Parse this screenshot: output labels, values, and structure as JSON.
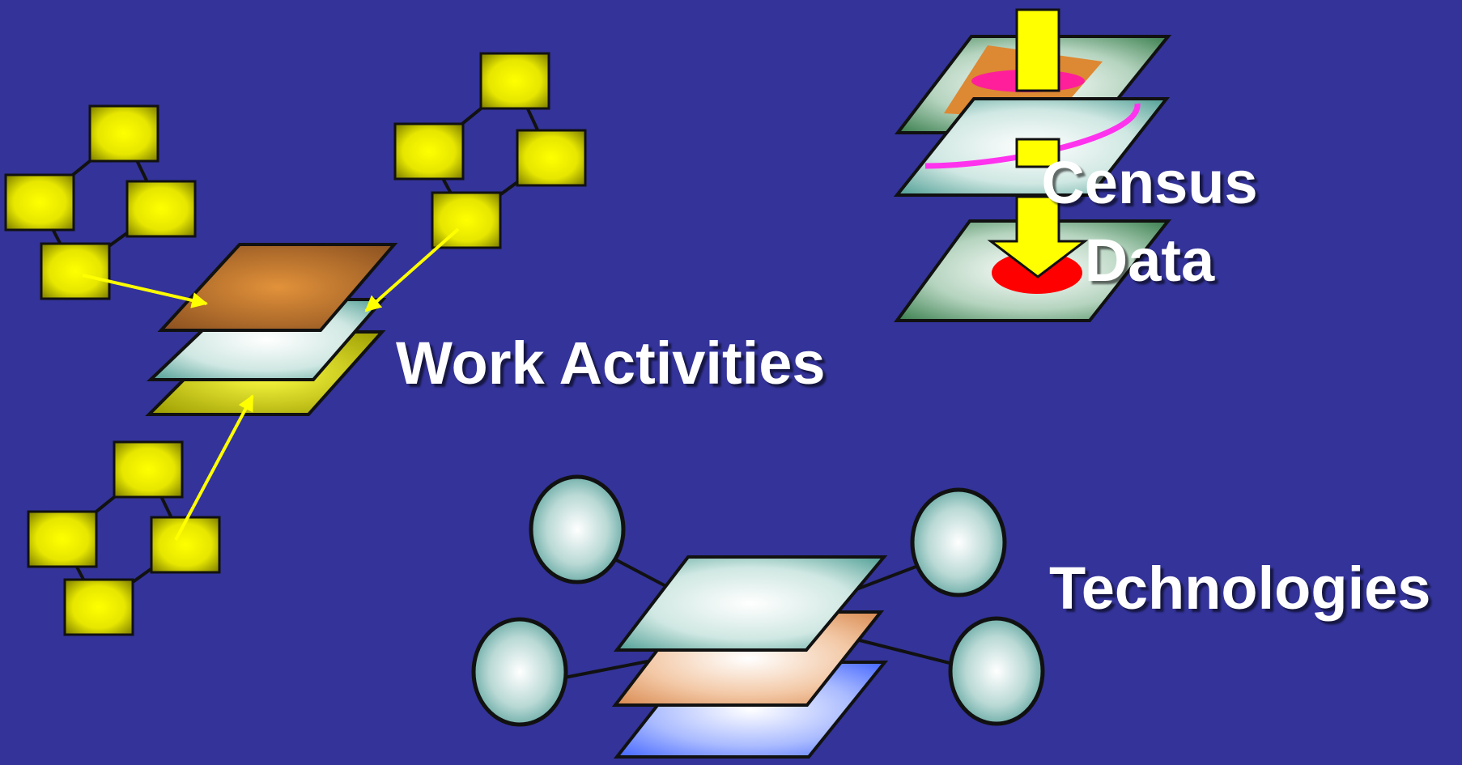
{
  "labels": {
    "work_activities": "Work Activities",
    "census_line1": "Census",
    "census_line2": "Data",
    "technologies": "Technologies"
  },
  "colors": {
    "background": "#333399",
    "node_square": "#ffff00",
    "node_square_dark": "#8a8a00",
    "arrow": "#ffff00",
    "layer_brown": "#c77a2a",
    "layer_teal": "#66b3a6",
    "layer_green": "#3e8e5a",
    "layer_yellow": "#d6d600",
    "layer_orange": "#e5a070",
    "layer_blue": "#5577ff",
    "census_patch": "#dd8833",
    "census_pink": "#ff1f9a",
    "census_red": "#ff0000",
    "census_magenta": "#ff33ee",
    "census_arrow": "#ffff00",
    "circle_node": "#66aaa6"
  },
  "icons": [
    "yellow-square-node",
    "layer-plane",
    "circle-node",
    "down-arrow"
  ]
}
